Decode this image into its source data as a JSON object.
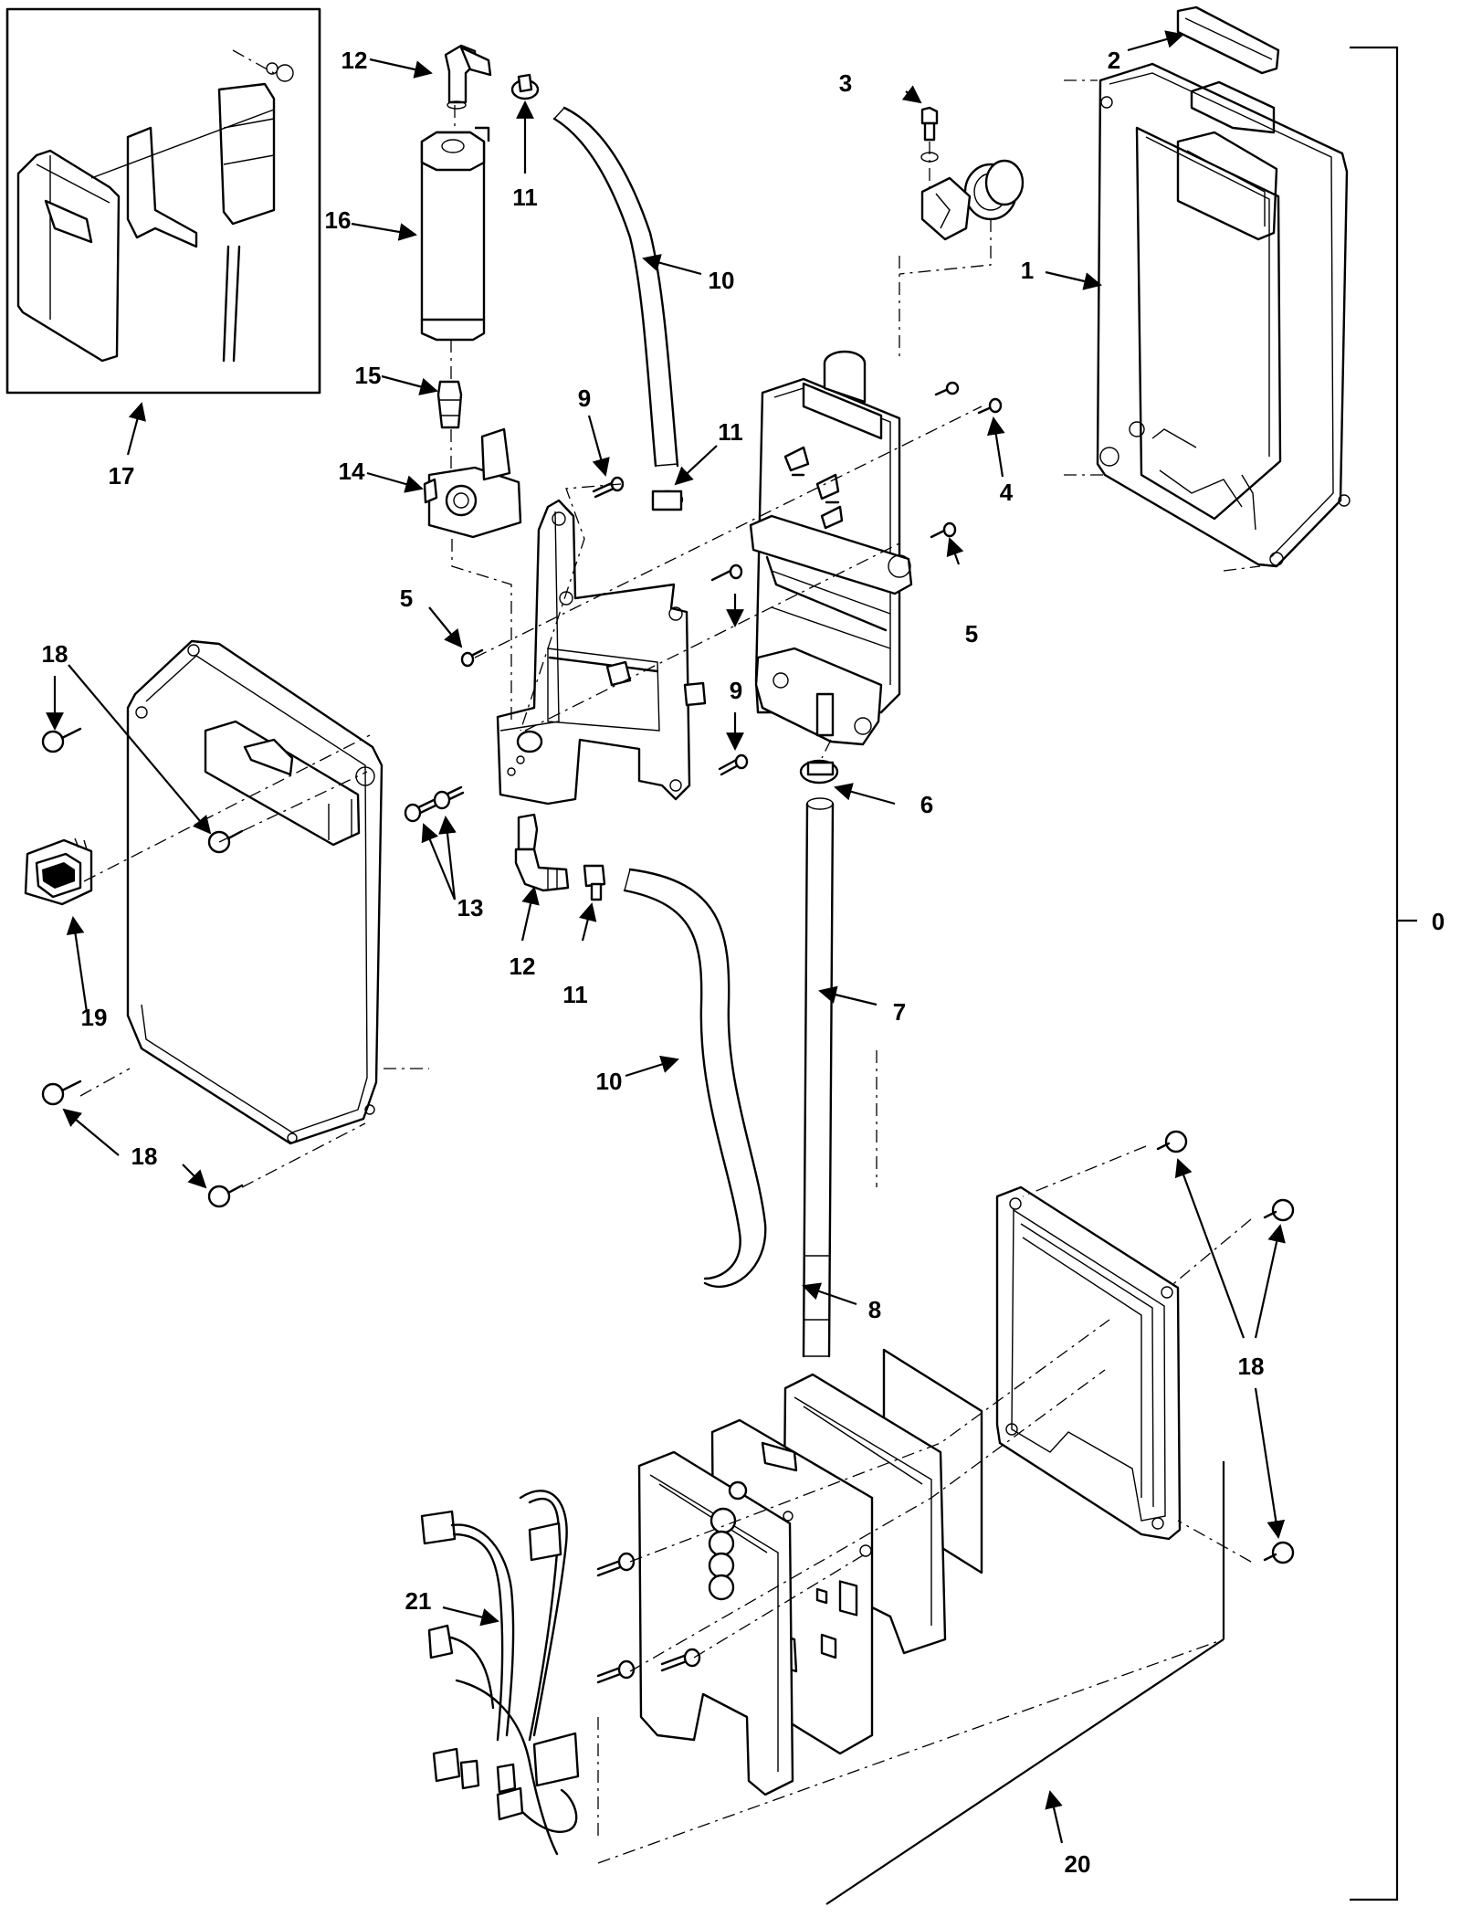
{
  "callouts": [
    "0",
    "1",
    "2",
    "3",
    "4",
    "5",
    "6",
    "7",
    "8",
    "9",
    "10",
    "11",
    "12",
    "13",
    "14",
    "15",
    "16",
    "17",
    "18",
    "19",
    "20",
    "21"
  ],
  "colors": {
    "line": "#000000",
    "background": "#ffffff"
  }
}
